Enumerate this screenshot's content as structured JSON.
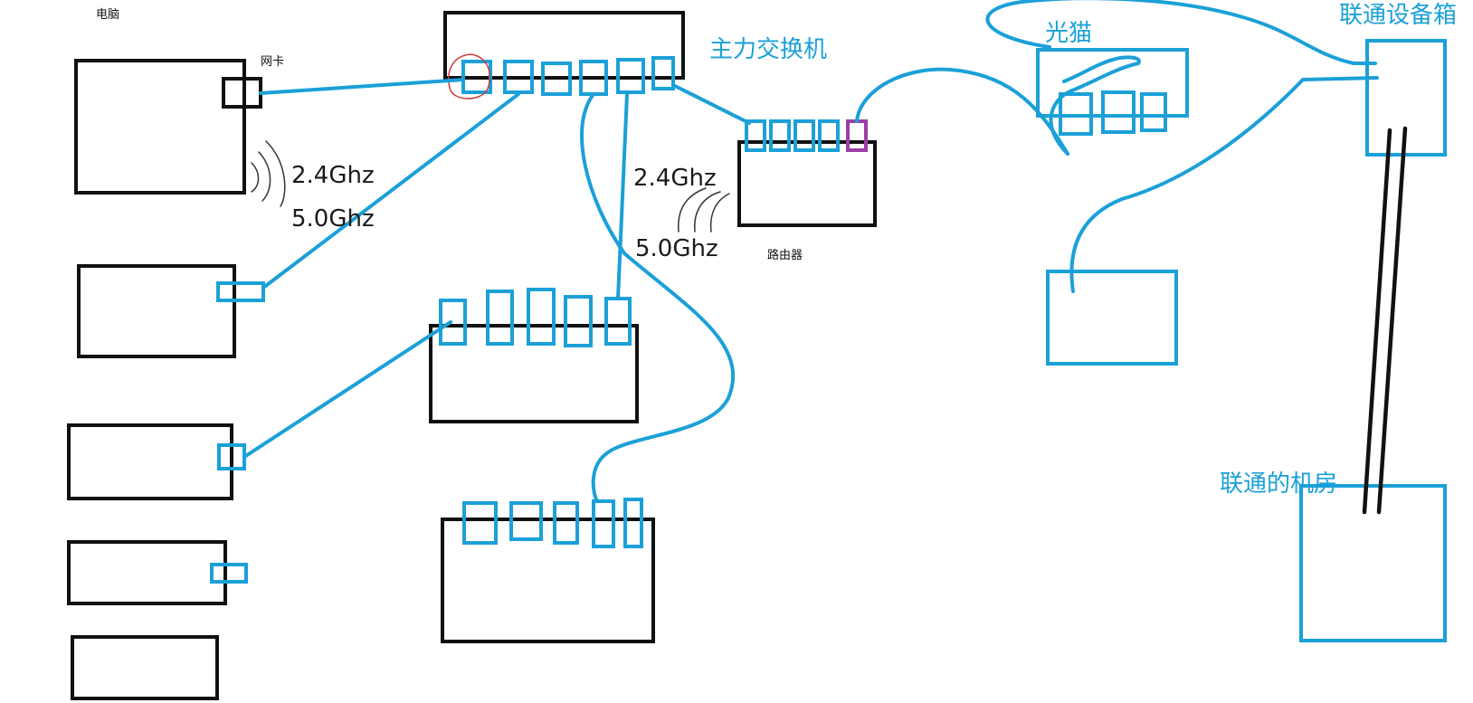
{
  "colors": {
    "device_outline": "#111111",
    "cable": "#1ba0d8",
    "blue_label": "#1ba0d8",
    "router_wan_port": "#9b3fa5",
    "highlight_circle": "#d23a3a"
  },
  "labels": {
    "computer": "电脑",
    "nic": "网卡",
    "main_switch": "主力交换机",
    "router": "路由器",
    "optical_modem": "光猫",
    "unicom_box": "联通设备箱",
    "unicom_room": "联通的机房",
    "left_wifi_24": "2.4Ghz",
    "left_wifi_50": "5.0Ghz",
    "router_wifi_24": "2.4Ghz",
    "router_wifi_50": "5.0Ghz"
  }
}
